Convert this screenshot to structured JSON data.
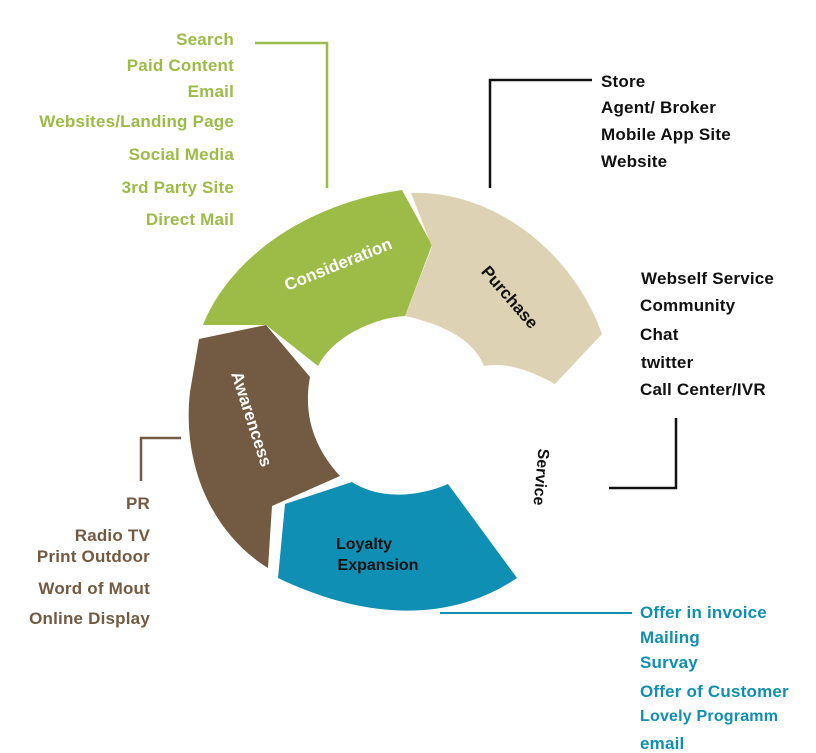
{
  "stages": {
    "consideration": "Consideration",
    "purchase": "Purchase",
    "service": "Service",
    "loyalty_line1": "Loyalty",
    "loyalty_line2": "Expansion",
    "awareness": "Awarencess"
  },
  "colors": {
    "consideration": "#9cbb47",
    "purchase": "#ddd2b3",
    "loyalty": "#0f8fb3",
    "awareness": "#735a42",
    "service_text": "#111111"
  },
  "consideration_items": [
    "Search",
    "Paid Content",
    "Email",
    "Websites/Landing Page",
    "Social Media",
    "3rd Party Site",
    "Direct Mail"
  ],
  "purchase_items": [
    "Store",
    "Agent/ Broker",
    "Mobile App Site",
    "Website"
  ],
  "service_items": [
    "Webself Service",
    "Community",
    "Chat",
    "twitter",
    "Call Center/IVR"
  ],
  "awareness_items": [
    "PR",
    "Radio TV",
    "Print Outdoor",
    "Word of Mout",
    "Online Display"
  ],
  "loyalty_items": [
    "Offer in invoice",
    "Mailing",
    "Survay",
    "Offer of Customer",
    "Lovely Programm",
    "email"
  ]
}
